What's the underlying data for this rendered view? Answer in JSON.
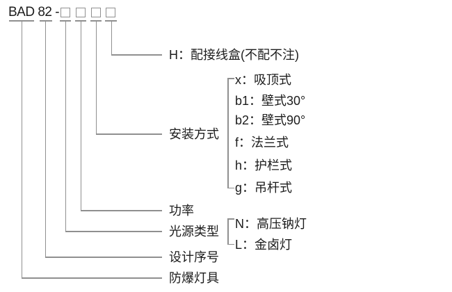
{
  "diagram": {
    "model_prefix": "BAD 82 -",
    "placeholder_count": 4,
    "labels": {
      "junction_box": "H：配接线盒(不配不注)",
      "mounting": "安装方式",
      "power": "功率",
      "light_source": "光源类型",
      "design_number": "设计序号",
      "explosion_proof": "防爆灯具"
    },
    "mounting_options": [
      "x：吸顶式",
      "b1：壁式30°",
      "b2：壁式90°",
      "f：法兰式",
      "h：护栏式",
      "g：吊杆式"
    ],
    "light_source_options": [
      "N：高压钠灯",
      "L：金卤灯"
    ],
    "colors": {
      "line": "#8f8f8f",
      "text": "#1c1c1c"
    }
  }
}
